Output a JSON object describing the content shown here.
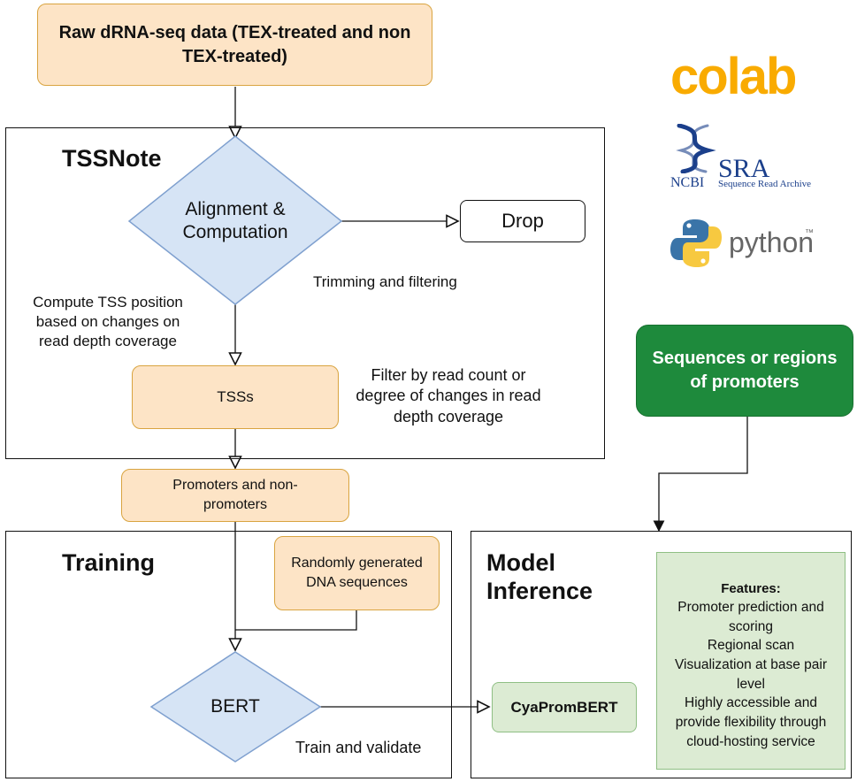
{
  "raw_data": "Raw dRNA-seq data (TEX-treated and non TEX-treated)",
  "tssnote": {
    "title": "TSSNote",
    "alignment": "Alignment & Computation",
    "drop": "Drop",
    "trimming": "Trimming and filtering",
    "compute_tss": "Compute TSS position based on changes on read depth coverage",
    "tsss": "TSSs",
    "filter": "Filter by read count or degree of changes in read depth coverage"
  },
  "promoters": "Promoters and non-promoters",
  "training": {
    "title": "Training",
    "random": "Randomly generated DNA sequences",
    "bert": "BERT",
    "train_validate": "Train and validate"
  },
  "inference": {
    "title": "Model Inference",
    "cyaprombert": "CyaPromBERT",
    "features_title": "Features:",
    "features": [
      "Promoter prediction and scoring",
      "Regional scan",
      "Visualization at base pair level",
      "Highly accessible and provide flexibility through cloud-hosting  service"
    ]
  },
  "sequences": "Sequences or regions of promoters",
  "logos": {
    "colab": "colab",
    "ncbi": "NCBI",
    "sra": "SRA",
    "sra_sub": "Sequence Read Archive",
    "python": "python",
    "python_tm": "™"
  },
  "colors": {
    "orange_fill": "#fde4c6",
    "orange_border": "#d9a440",
    "blue_fill": "#d6e4f5",
    "blue_border": "#7fa0cf",
    "dark_green": "#1e8a3c",
    "light_green": "#dcebd3",
    "green_border": "#8fbf84"
  }
}
